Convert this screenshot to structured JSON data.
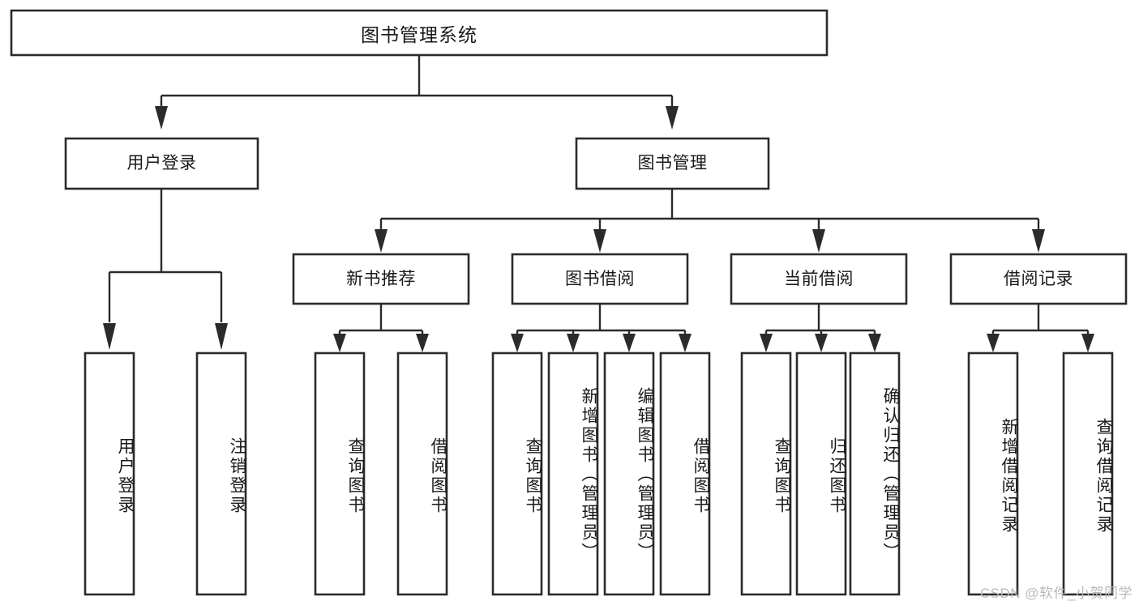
{
  "diagram": {
    "type": "hierarchy-tree",
    "title": "图书管理系统",
    "root": {
      "id": "root",
      "label": "图书管理系统"
    },
    "level2": [
      {
        "id": "user-login",
        "label": "用户登录"
      },
      {
        "id": "book-manage",
        "label": "图书管理"
      }
    ],
    "level3": [
      {
        "id": "new-book-rec",
        "label": "新书推荐"
      },
      {
        "id": "book-borrow",
        "label": "图书借阅"
      },
      {
        "id": "current-borrow",
        "label": "当前借阅"
      },
      {
        "id": "borrow-record",
        "label": "借阅记录"
      }
    ],
    "leaves": {
      "user_login": [
        {
          "id": "leaf-user-login",
          "label": "用户登录"
        },
        {
          "id": "leaf-logout",
          "label": "注销登录"
        }
      ],
      "new_book_rec": [
        {
          "id": "leaf-query-book-1",
          "label": "查询图书"
        },
        {
          "id": "leaf-borrow-book-1",
          "label": "借阅图书"
        }
      ],
      "book_borrow": [
        {
          "id": "leaf-query-book-2",
          "label": "查询图书"
        },
        {
          "id": "leaf-add-book",
          "label": "新增图书（管理员）"
        },
        {
          "id": "leaf-edit-book",
          "label": "编辑图书（管理员）"
        },
        {
          "id": "leaf-borrow-book-2",
          "label": "借阅图书"
        }
      ],
      "current_borrow": [
        {
          "id": "leaf-query-book-3",
          "label": "查询图书"
        },
        {
          "id": "leaf-return-book",
          "label": "归还图书"
        },
        {
          "id": "leaf-confirm-return",
          "label": "确认归还（管理员）"
        }
      ],
      "borrow_record": [
        {
          "id": "leaf-add-record",
          "label": "新增借阅记录"
        },
        {
          "id": "leaf-query-record",
          "label": "查询借阅记录"
        }
      ]
    }
  },
  "watermark": {
    "text": "CSDN @软件_小贺同学"
  },
  "colors": {
    "box_stroke": "#2b2b2b",
    "box_fill": "#ffffff",
    "connector": "#2b2b2b",
    "text": "#1a1a1a",
    "watermark": "#b9b9b9",
    "background": "#ffffff"
  }
}
